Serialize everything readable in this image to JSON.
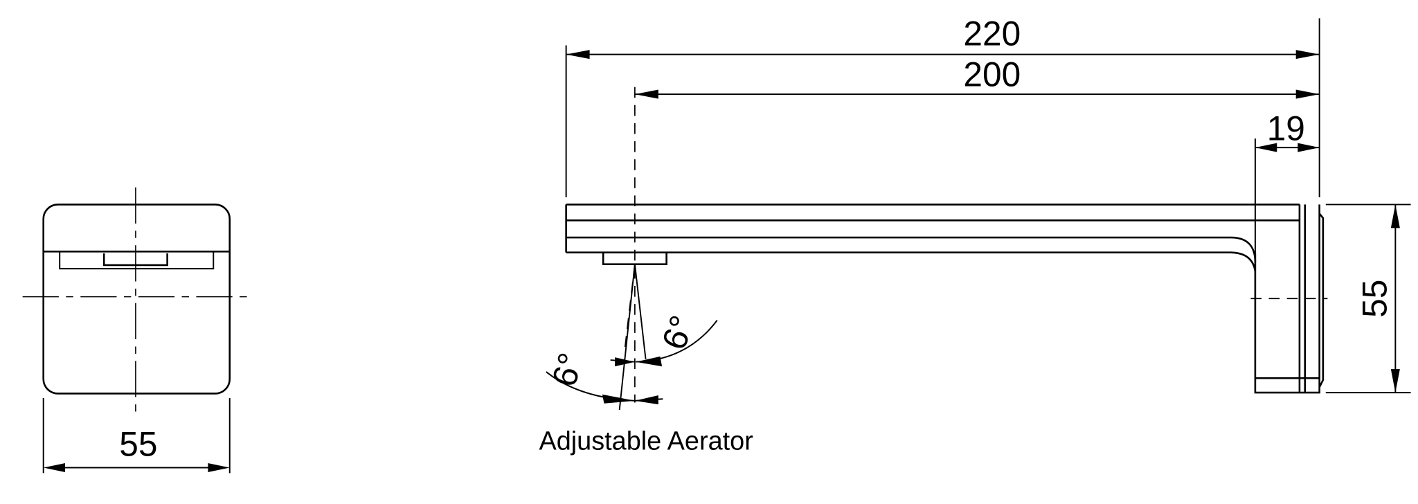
{
  "dimensions": {
    "front_width": "55",
    "overall_length": "220",
    "spout_projection": "200",
    "wall_plate_depth": "19",
    "height": "55",
    "angle_right": "6°",
    "angle_left": "6°"
  },
  "labels": {
    "aerator": "Adjustable Aerator"
  }
}
